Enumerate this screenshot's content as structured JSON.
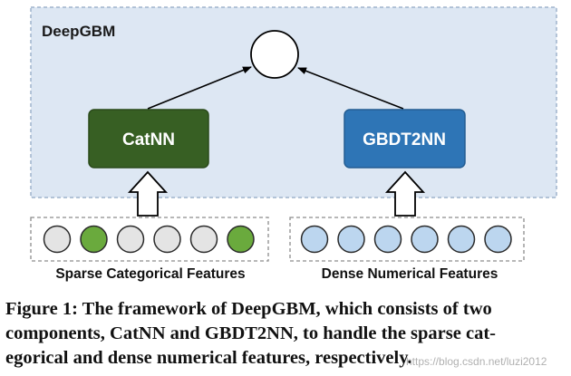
{
  "diagram": {
    "container_label": "DeepGBM",
    "left_module": "CatNN",
    "right_module": "GBDT2NN",
    "left_input_label": "Sparse Categorical Features",
    "right_input_label": "Dense Numerical Features",
    "left_features": [
      "gray",
      "green",
      "gray",
      "gray",
      "gray",
      "green"
    ],
    "right_features": [
      "blue",
      "blue",
      "blue",
      "blue",
      "blue",
      "blue"
    ]
  },
  "caption": {
    "lines": [
      "Figure 1: The framework of DeepGBM, which consists of two",
      "components, CatNN and GBDT2NN, to handle the sparse cat-",
      "egorical and dense numerical features, respectively."
    ]
  },
  "watermark": "https://blog.csdn.net/luzi2012",
  "colors": {
    "container_fill": "#dde7f3",
    "catnn_fill": "#375f23",
    "gbdt2nn_fill": "#2e75b6",
    "feature_gray": "#e4e4e4",
    "feature_green": "#6aaa3d",
    "feature_blue": "#bcd6ef"
  }
}
